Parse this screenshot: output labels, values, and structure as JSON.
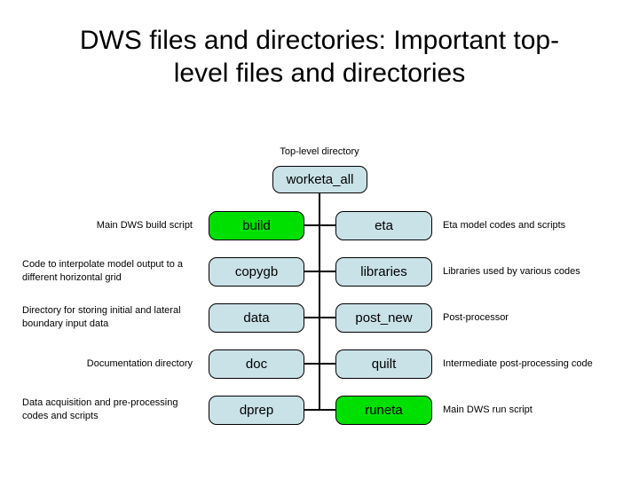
{
  "title": {
    "line1": "DWS files and directories: Important top-",
    "line2": "level files and directories"
  },
  "colors": {
    "box_fill": "#c9e2e8",
    "highlight_fill": "#00e000",
    "line_color": "#000000"
  },
  "tree": {
    "root": {
      "caption": "Top-level directory",
      "name": "worketa_all"
    },
    "rows": [
      {
        "left_desc": "Main DWS build script",
        "left_name": "build",
        "right_name": "eta",
        "right_desc": "Eta model codes and scripts"
      },
      {
        "left_desc": "Code to interpolate model output to a\ndifferent horizontal grid",
        "left_name": "copygb",
        "right_name": "libraries",
        "right_desc": "Libraries used by various codes"
      },
      {
        "left_desc": "Directory for storing initial and lateral\nboundary input data",
        "left_name": "data",
        "right_name": "post_new",
        "right_desc": "Post-processor"
      },
      {
        "left_desc": "Documentation directory",
        "left_name": "doc",
        "right_name": "quilt",
        "right_desc": "Intermediate post-processing code"
      },
      {
        "left_desc": "Data acquisition and pre-processing\ncodes and scripts",
        "left_name": "dprep",
        "right_name": "runeta",
        "right_desc": "Main DWS run script"
      }
    ]
  }
}
